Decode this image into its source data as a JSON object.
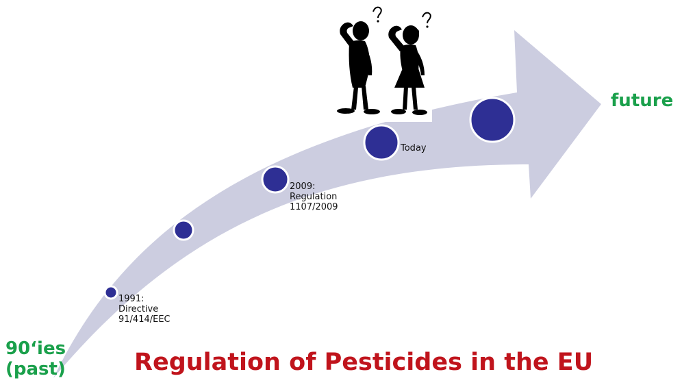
{
  "title": "Regulation of Pesticides in the EU",
  "start_label": [
    "90‘ies",
    "(past)"
  ],
  "end_label": "future",
  "milestones": [
    {
      "lines": [
        "1991:",
        "Directive",
        "91/414/EEC"
      ]
    },
    {
      "lines": []
    },
    {
      "lines": [
        "2009:",
        "Regulation",
        "1107/2009"
      ]
    },
    {
      "lines": [
        "Today"
      ]
    },
    {
      "lines": []
    }
  ],
  "figures": [
    {
      "icon": "confused-man-icon"
    },
    {
      "icon": "confused-woman-icon"
    }
  ],
  "colors": {
    "arrow": "#cccde0",
    "dot_fill": "#2e2f94",
    "dot_ring": "#ffffff",
    "accent_green": "#1aa04b",
    "title_red": "#c0141c",
    "label_text": "#111111"
  }
}
